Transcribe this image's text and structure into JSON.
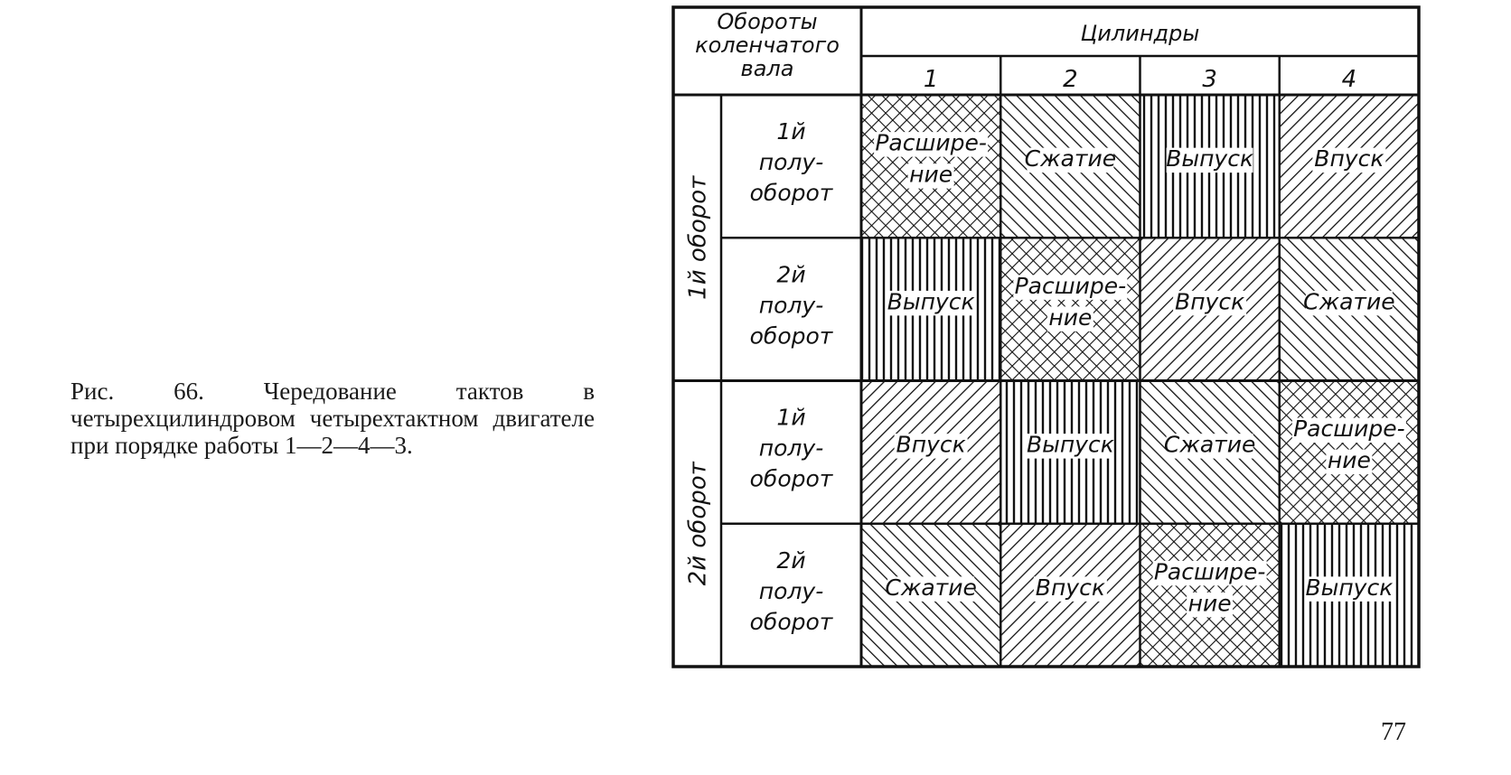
{
  "caption": "Рис. 66. Чередование тактов в четырехцилиндровом четырехтактном двигателе при порядке работы 1—2—4—3.",
  "page_number": "77",
  "table": {
    "shaft_header": [
      "Обороты",
      "коленчатого",
      "вала"
    ],
    "cylinders_header": "Цилиндры",
    "columns": [
      "1",
      "2",
      "3",
      "4"
    ],
    "revolutions": [
      {
        "label": "1й оборот"
      },
      {
        "label": "2й оборот"
      }
    ],
    "half_rows": [
      {
        "label": [
          "1й",
          "полу-",
          "оборот"
        ]
      },
      {
        "label": [
          "2й",
          "полу-",
          "оборот"
        ]
      },
      {
        "label": [
          "1й",
          "полу-",
          "оборот"
        ]
      },
      {
        "label": [
          "2й",
          "полу-",
          "оборот"
        ]
      }
    ],
    "cells": [
      [
        {
          "lines": [
            "Расшире-",
            "ние"
          ],
          "pattern": "crosshatch"
        },
        {
          "lines": [
            "Сжатие"
          ],
          "pattern": "backslash"
        },
        {
          "lines": [
            "Выпуск"
          ],
          "pattern": "vertical"
        },
        {
          "lines": [
            "Впуск"
          ],
          "pattern": "slash"
        }
      ],
      [
        {
          "lines": [
            "Выпуск"
          ],
          "pattern": "vertical"
        },
        {
          "lines": [
            "Расшире-",
            "ние"
          ],
          "pattern": "crosshatch"
        },
        {
          "lines": [
            "Впуск"
          ],
          "pattern": "slash"
        },
        {
          "lines": [
            "Сжатие"
          ],
          "pattern": "backslash"
        }
      ],
      [
        {
          "lines": [
            "Впуск"
          ],
          "pattern": "slash"
        },
        {
          "lines": [
            "Выпуск"
          ],
          "pattern": "vertical"
        },
        {
          "lines": [
            "Сжатие"
          ],
          "pattern": "backslash"
        },
        {
          "lines": [
            "Расшире-",
            "ние"
          ],
          "pattern": "crosshatch"
        }
      ],
      [
        {
          "lines": [
            "Сжатие"
          ],
          "pattern": "backslash"
        },
        {
          "lines": [
            "Впуск"
          ],
          "pattern": "slash"
        },
        {
          "lines": [
            "Расшире-",
            "ние"
          ],
          "pattern": "crosshatch"
        },
        {
          "lines": [
            "Выпуск"
          ],
          "pattern": "vertical"
        }
      ]
    ]
  }
}
